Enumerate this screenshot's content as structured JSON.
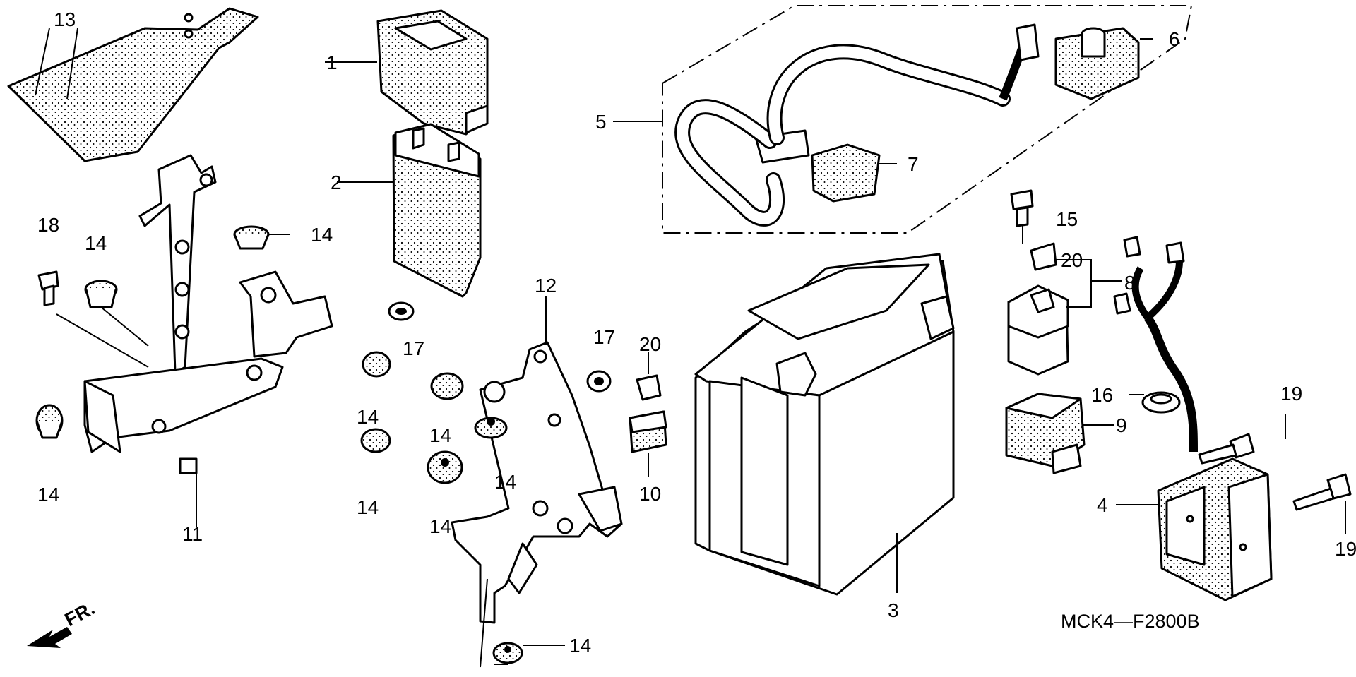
{
  "diagram_code": "MCK4—F2800B",
  "front_indicator": "FR.",
  "icons": {
    "front": "front-direction-arrow-icon"
  },
  "callouts": {
    "c1": "1",
    "c2": "2",
    "c3": "3",
    "c4": "4",
    "c5": "5",
    "c6": "6",
    "c7": "7",
    "c8": "8",
    "c9": "9",
    "c10": "10",
    "c11": "11",
    "c12": "12",
    "c13": "13",
    "c14": "14",
    "c15": "15",
    "c16": "16",
    "c17": "17",
    "c18": "18",
    "c19": "19",
    "c20": "20"
  },
  "parts": [
    {
      "ref": "1",
      "kind": "cover"
    },
    {
      "ref": "2",
      "kind": "control unit"
    },
    {
      "ref": "3",
      "kind": "battery"
    },
    {
      "ref": "4",
      "kind": "regulator"
    },
    {
      "ref": "5",
      "kind": "battery cable"
    },
    {
      "ref": "6",
      "kind": "terminal cover"
    },
    {
      "ref": "7",
      "kind": "terminal cap"
    },
    {
      "ref": "8",
      "kind": "relay"
    },
    {
      "ref": "9",
      "kind": "relay holder"
    },
    {
      "ref": "10",
      "kind": "fuse box"
    },
    {
      "ref": "11",
      "kind": "battery bracket"
    },
    {
      "ref": "12",
      "kind": "stay"
    },
    {
      "ref": "13",
      "kind": "plate"
    },
    {
      "ref": "14",
      "kind": "rubber mount"
    },
    {
      "ref": "15",
      "kind": "bolt"
    },
    {
      "ref": "16",
      "kind": "grommet"
    },
    {
      "ref": "17",
      "kind": "grommet"
    },
    {
      "ref": "18",
      "kind": "bolt"
    },
    {
      "ref": "19",
      "kind": "bolt"
    },
    {
      "ref": "20",
      "kind": "fuse"
    }
  ]
}
